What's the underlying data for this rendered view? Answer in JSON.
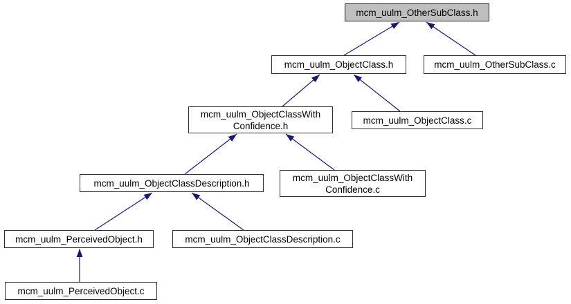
{
  "diagram": {
    "type": "include-dependency-graph",
    "colors": {
      "edge": "#191970",
      "node_fill": "#ffffff",
      "selected_node_fill": "#bfbfbf",
      "node_border": "#2e2e2e",
      "text": "#000000",
      "background": "#ffffff"
    },
    "nodes": [
      {
        "id": "other_subclass_h",
        "label": "mcm_uulm_OtherSubClass.h",
        "selected": true
      },
      {
        "id": "object_class_h",
        "label": "mcm_uulm_ObjectClass.h",
        "selected": false
      },
      {
        "id": "other_subclass_c",
        "label": "mcm_uulm_OtherSubClass.c",
        "selected": false
      },
      {
        "id": "object_class_with_confidence_h",
        "label": "mcm_uulm_ObjectClassWith Confidence.h",
        "selected": false
      },
      {
        "id": "object_class_c",
        "label": "mcm_uulm_ObjectClass.c",
        "selected": false
      },
      {
        "id": "object_class_description_h",
        "label": "mcm_uulm_ObjectClassDescription.h",
        "selected": false
      },
      {
        "id": "object_class_with_confidence_c",
        "label": "mcm_uulm_ObjectClassWith Confidence.c",
        "selected": false
      },
      {
        "id": "perceived_object_h",
        "label": "mcm_uulm_PerceivedObject.h",
        "selected": false
      },
      {
        "id": "object_class_description_c",
        "label": "mcm_uulm_ObjectClassDescription.c",
        "selected": false
      },
      {
        "id": "perceived_object_c",
        "label": "mcm_uulm_PerceivedObject.c",
        "selected": false
      }
    ],
    "edges": [
      {
        "from": "mcm_uulm_ObjectClass.h",
        "to": "mcm_uulm_OtherSubClass.h"
      },
      {
        "from": "mcm_uulm_OtherSubClass.c",
        "to": "mcm_uulm_OtherSubClass.h"
      },
      {
        "from": "mcm_uulm_ObjectClassWith Confidence.h",
        "to": "mcm_uulm_ObjectClass.h"
      },
      {
        "from": "mcm_uulm_ObjectClass.c",
        "to": "mcm_uulm_ObjectClass.h"
      },
      {
        "from": "mcm_uulm_ObjectClassDescription.h",
        "to": "mcm_uulm_ObjectClassWith Confidence.h"
      },
      {
        "from": "mcm_uulm_ObjectClassWith Confidence.c",
        "to": "mcm_uulm_ObjectClassWith Confidence.h"
      },
      {
        "from": "mcm_uulm_PerceivedObject.h",
        "to": "mcm_uulm_ObjectClassDescription.h"
      },
      {
        "from": "mcm_uulm_ObjectClassDescription.c",
        "to": "mcm_uulm_ObjectClassDescription.h"
      },
      {
        "from": "mcm_uulm_PerceivedObject.c",
        "to": "mcm_uulm_PerceivedObject.h"
      }
    ]
  }
}
